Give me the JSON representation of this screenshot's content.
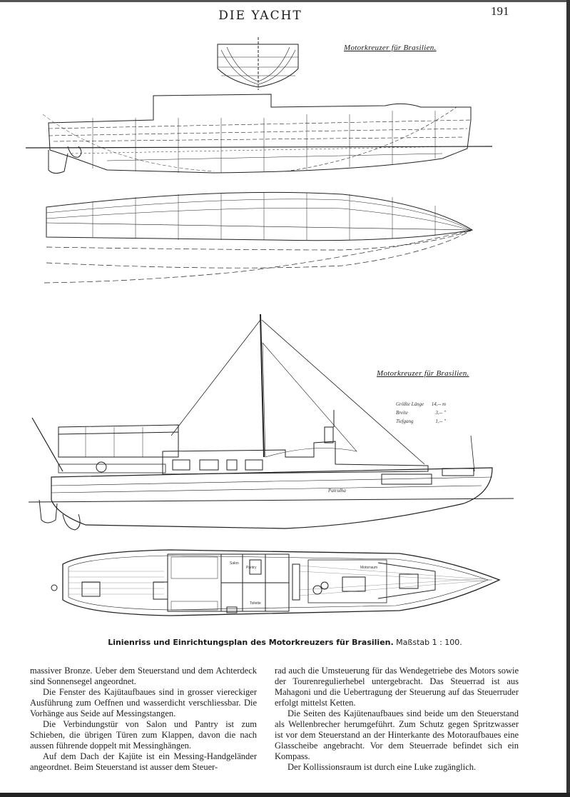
{
  "header": {
    "title": "DIE YACHT",
    "page_number": "191"
  },
  "drawings": {
    "top_label": "Motorkreuzer für Brasilien.",
    "middle_label": "Motorkreuzer für Brasilien.",
    "specs": [
      {
        "label": "Größte Länge",
        "value": "14,-- m"
      },
      {
        "label": "Breite",
        "value": "3,-- \""
      },
      {
        "label": "Tiefgang",
        "value": "1,-- \""
      }
    ],
    "stern_name": "Patrulha"
  },
  "caption": {
    "main": "Linienriss und Einrichtungsplan des Motorkreuzers für Brasilien.",
    "scale": "Maßstab 1 : 100."
  },
  "body": {
    "left": [
      "massiver Bronze. Ueber dem Steuerstand und dem Achterdeck sind Sonnensegel angeordnet.",
      "Die Fenster des Kajütaufbaues sind in grosser viereckiger Ausführung zum Oeffnen und wasserdicht verschliessbar. Die Vorhänge aus Seide auf Messingstangen.",
      "Die Verbindungstür von Salon und Pantry ist zum Schieben, die übrigen Türen zum Klappen, davon die nach aussen führende doppelt mit Messinghängen.",
      "Auf dem Dach der Kajüte ist ein Messing-Handgeländer angeordnet. Beim Steuerstand ist ausser dem Steuer-"
    ],
    "right": [
      "rad auch die Umsteuerung für das Wendegetriebe des Motors sowie der Tourenregulierhebel untergebracht. Das Steuerrad ist aus Mahagoni und die Uebertragung der Steuerung auf das Steuerruder erfolgt mittelst Ketten.",
      "Die Seiten des Kajütenaufbaues sind beide um den Steuerstand als Wellenbrecher herumgeführt. Zum Schutz gegen Spritzwasser ist vor dem Steuerstand an der Hinterkante des Motoraufbaues eine Glasscheibe angebracht. Vor dem Steuerrade befindet sich ein Kompass.",
      "Der Kollissionsraum ist durch eine Luke zugänglich."
    ]
  }
}
